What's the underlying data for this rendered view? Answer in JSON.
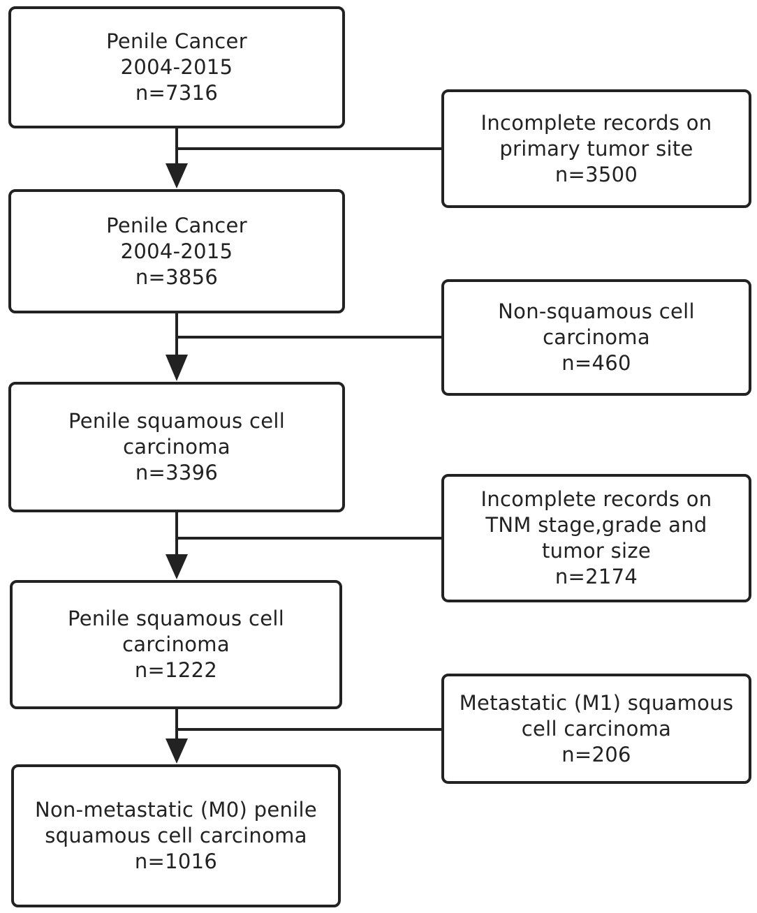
{
  "main_boxes": [
    {
      "lines": [
        "Penile Cancer",
        "2004-2015",
        "n=7316"
      ]
    },
    {
      "lines": [
        "Penile Cancer",
        "2004-2015",
        "n=3856"
      ]
    },
    {
      "lines": [
        "Penile squamous cell",
        "carcinoma",
        "n=3396"
      ]
    },
    {
      "lines": [
        "Penile squamous cell",
        "carcinoma",
        "n=1222"
      ]
    },
    {
      "lines": [
        "Non-metastatic (M0) penile",
        "squamous cell carcinoma",
        "n=1016"
      ]
    }
  ],
  "exclusion_boxes": [
    {
      "lines": [
        "Incomplete records on",
        "primary tumor site",
        "n=3500"
      ]
    },
    {
      "lines": [
        "Non-squamous cell",
        "carcinoma",
        "n=460"
      ]
    },
    {
      "lines": [
        "Incomplete records on",
        "TNM stage,grade and",
        "tumor size",
        "n=2174"
      ]
    },
    {
      "lines": [
        "Metastatic (M1) squamous",
        "cell carcinoma",
        "n=206"
      ]
    }
  ],
  "colors": {
    "stroke": "#222222",
    "background": "#ffffff"
  }
}
